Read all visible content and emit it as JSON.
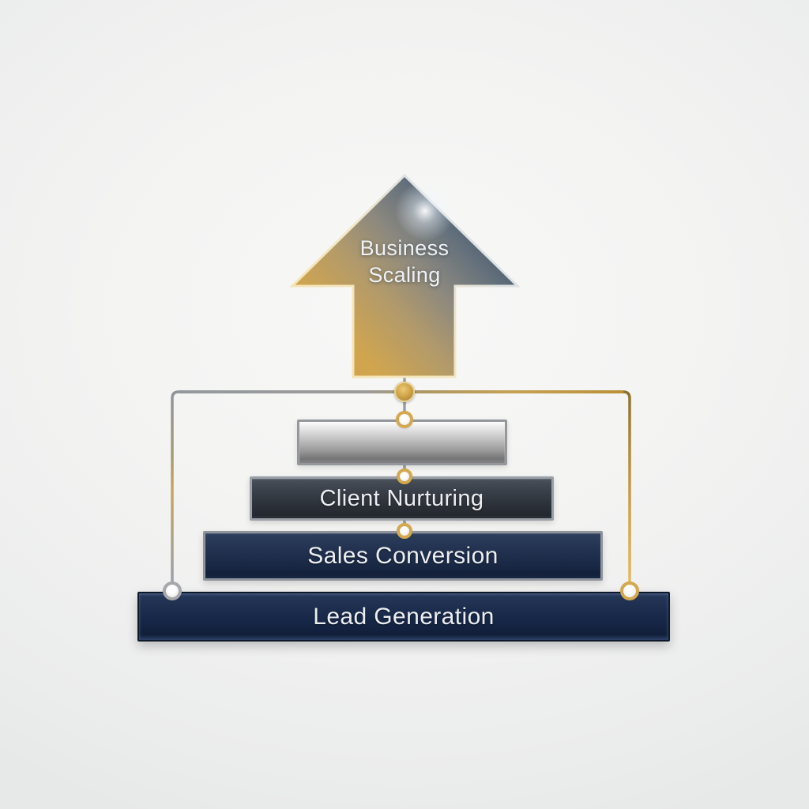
{
  "diagram": {
    "arrow": {
      "label_lines": [
        "Business",
        "Scaling"
      ]
    },
    "levels": [
      {
        "id": "top-silver",
        "label": ""
      },
      {
        "id": "client-nurturing",
        "label": "Client Nurturing"
      },
      {
        "id": "sales-conversion",
        "label": "Sales Conversion"
      },
      {
        "id": "lead-generation",
        "label": "Lead Generation"
      }
    ],
    "colors": {
      "gold_accent": "#cfa24c",
      "steel_blue": "#3a4a5a",
      "navy": "#17273f",
      "charcoal": "#2e333b",
      "silver": "#b8b8b8",
      "connector_gray": "#9a9ea3",
      "background": "#f3f3f2",
      "text": "#eceef1"
    }
  }
}
